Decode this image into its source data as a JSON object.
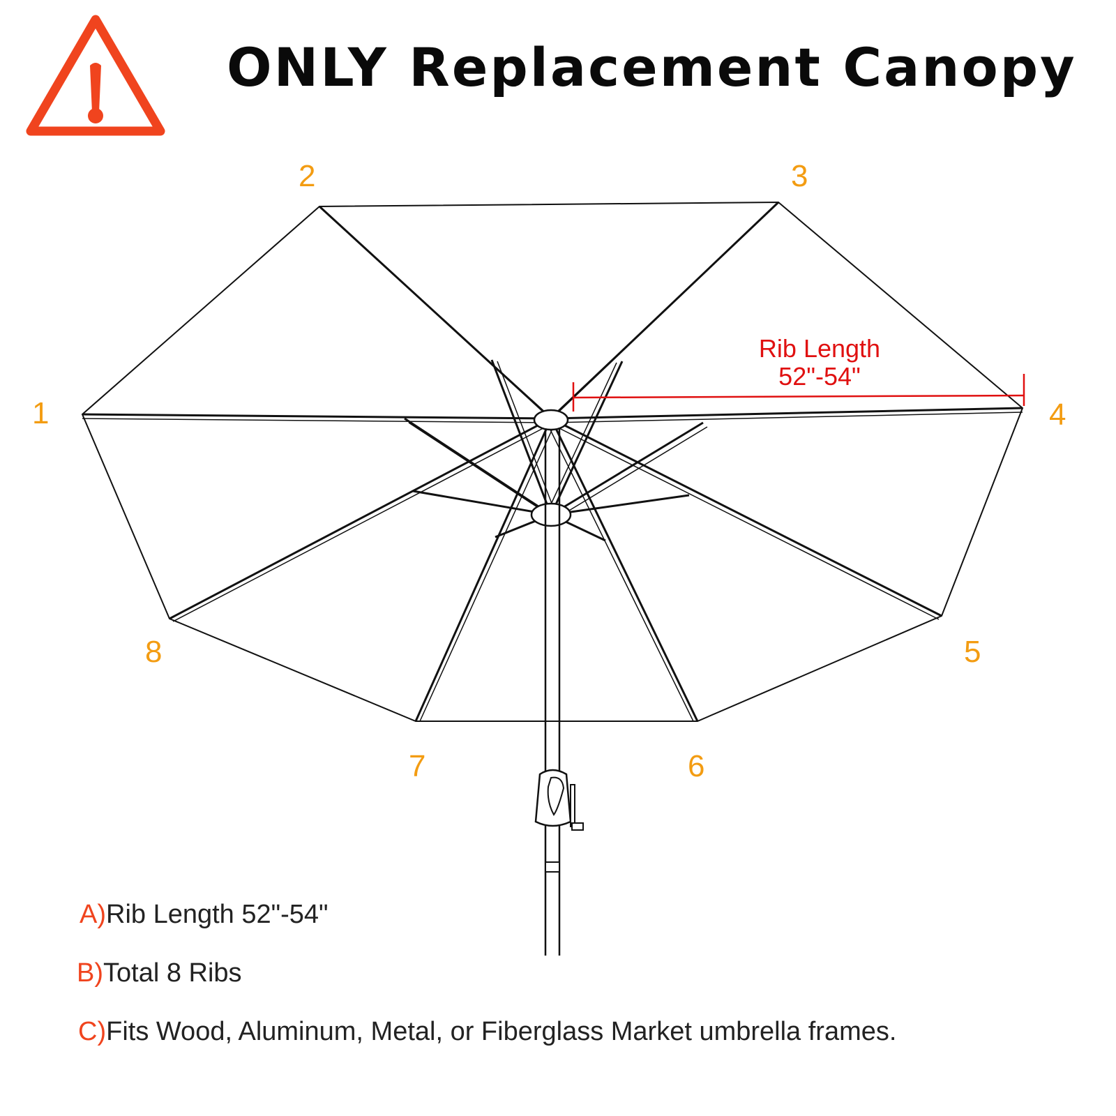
{
  "title": "ONLY Replacement Canopy",
  "warning_icon": "warning-triangle-icon",
  "colors": {
    "warning": "#f0441e",
    "rib_numbers": "#f39c12",
    "measurement": "#e01010",
    "text": "#222222"
  },
  "rib_numbers": [
    "1",
    "2",
    "3",
    "4",
    "5",
    "6",
    "7",
    "8"
  ],
  "measurement": {
    "label_line1": "Rib Length",
    "label_line2": "52\"-54\""
  },
  "features": [
    {
      "letter": "A)",
      "text": "Rib Length 52\"-54\""
    },
    {
      "letter": "B)",
      "text": "Total 8 Ribs"
    },
    {
      "letter": "C)",
      "text": "Fits Wood, Aluminum, Metal, or Fiberglass Market umbrella frames."
    }
  ]
}
